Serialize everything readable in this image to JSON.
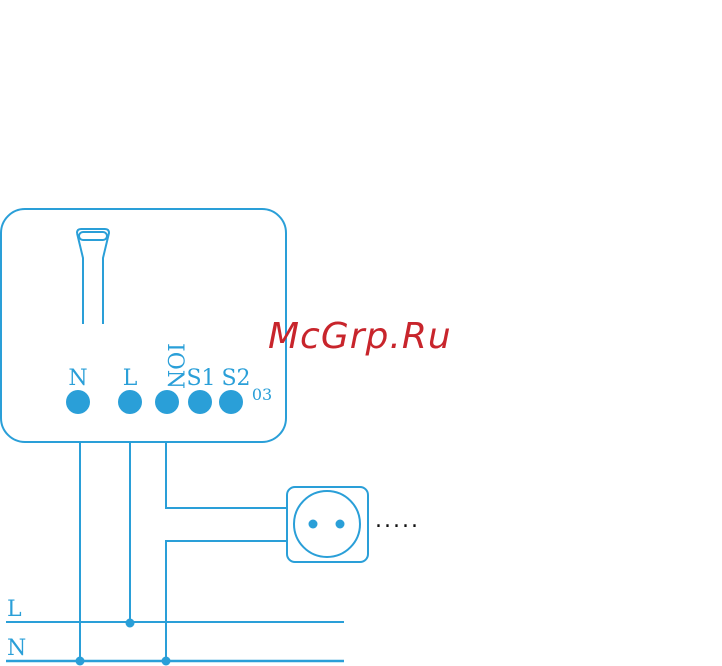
{
  "device": {
    "terminals": [
      "N",
      "L",
      "ION",
      "S1",
      "S2"
    ],
    "model_code": "03"
  },
  "bus": {
    "line_label": "L",
    "neutral_label": "N"
  },
  "load": {
    "continuation": "....."
  },
  "watermark": "McGrp.Ru",
  "colors": {
    "line": "#2a9fd8",
    "watermark": "#c8252c"
  }
}
